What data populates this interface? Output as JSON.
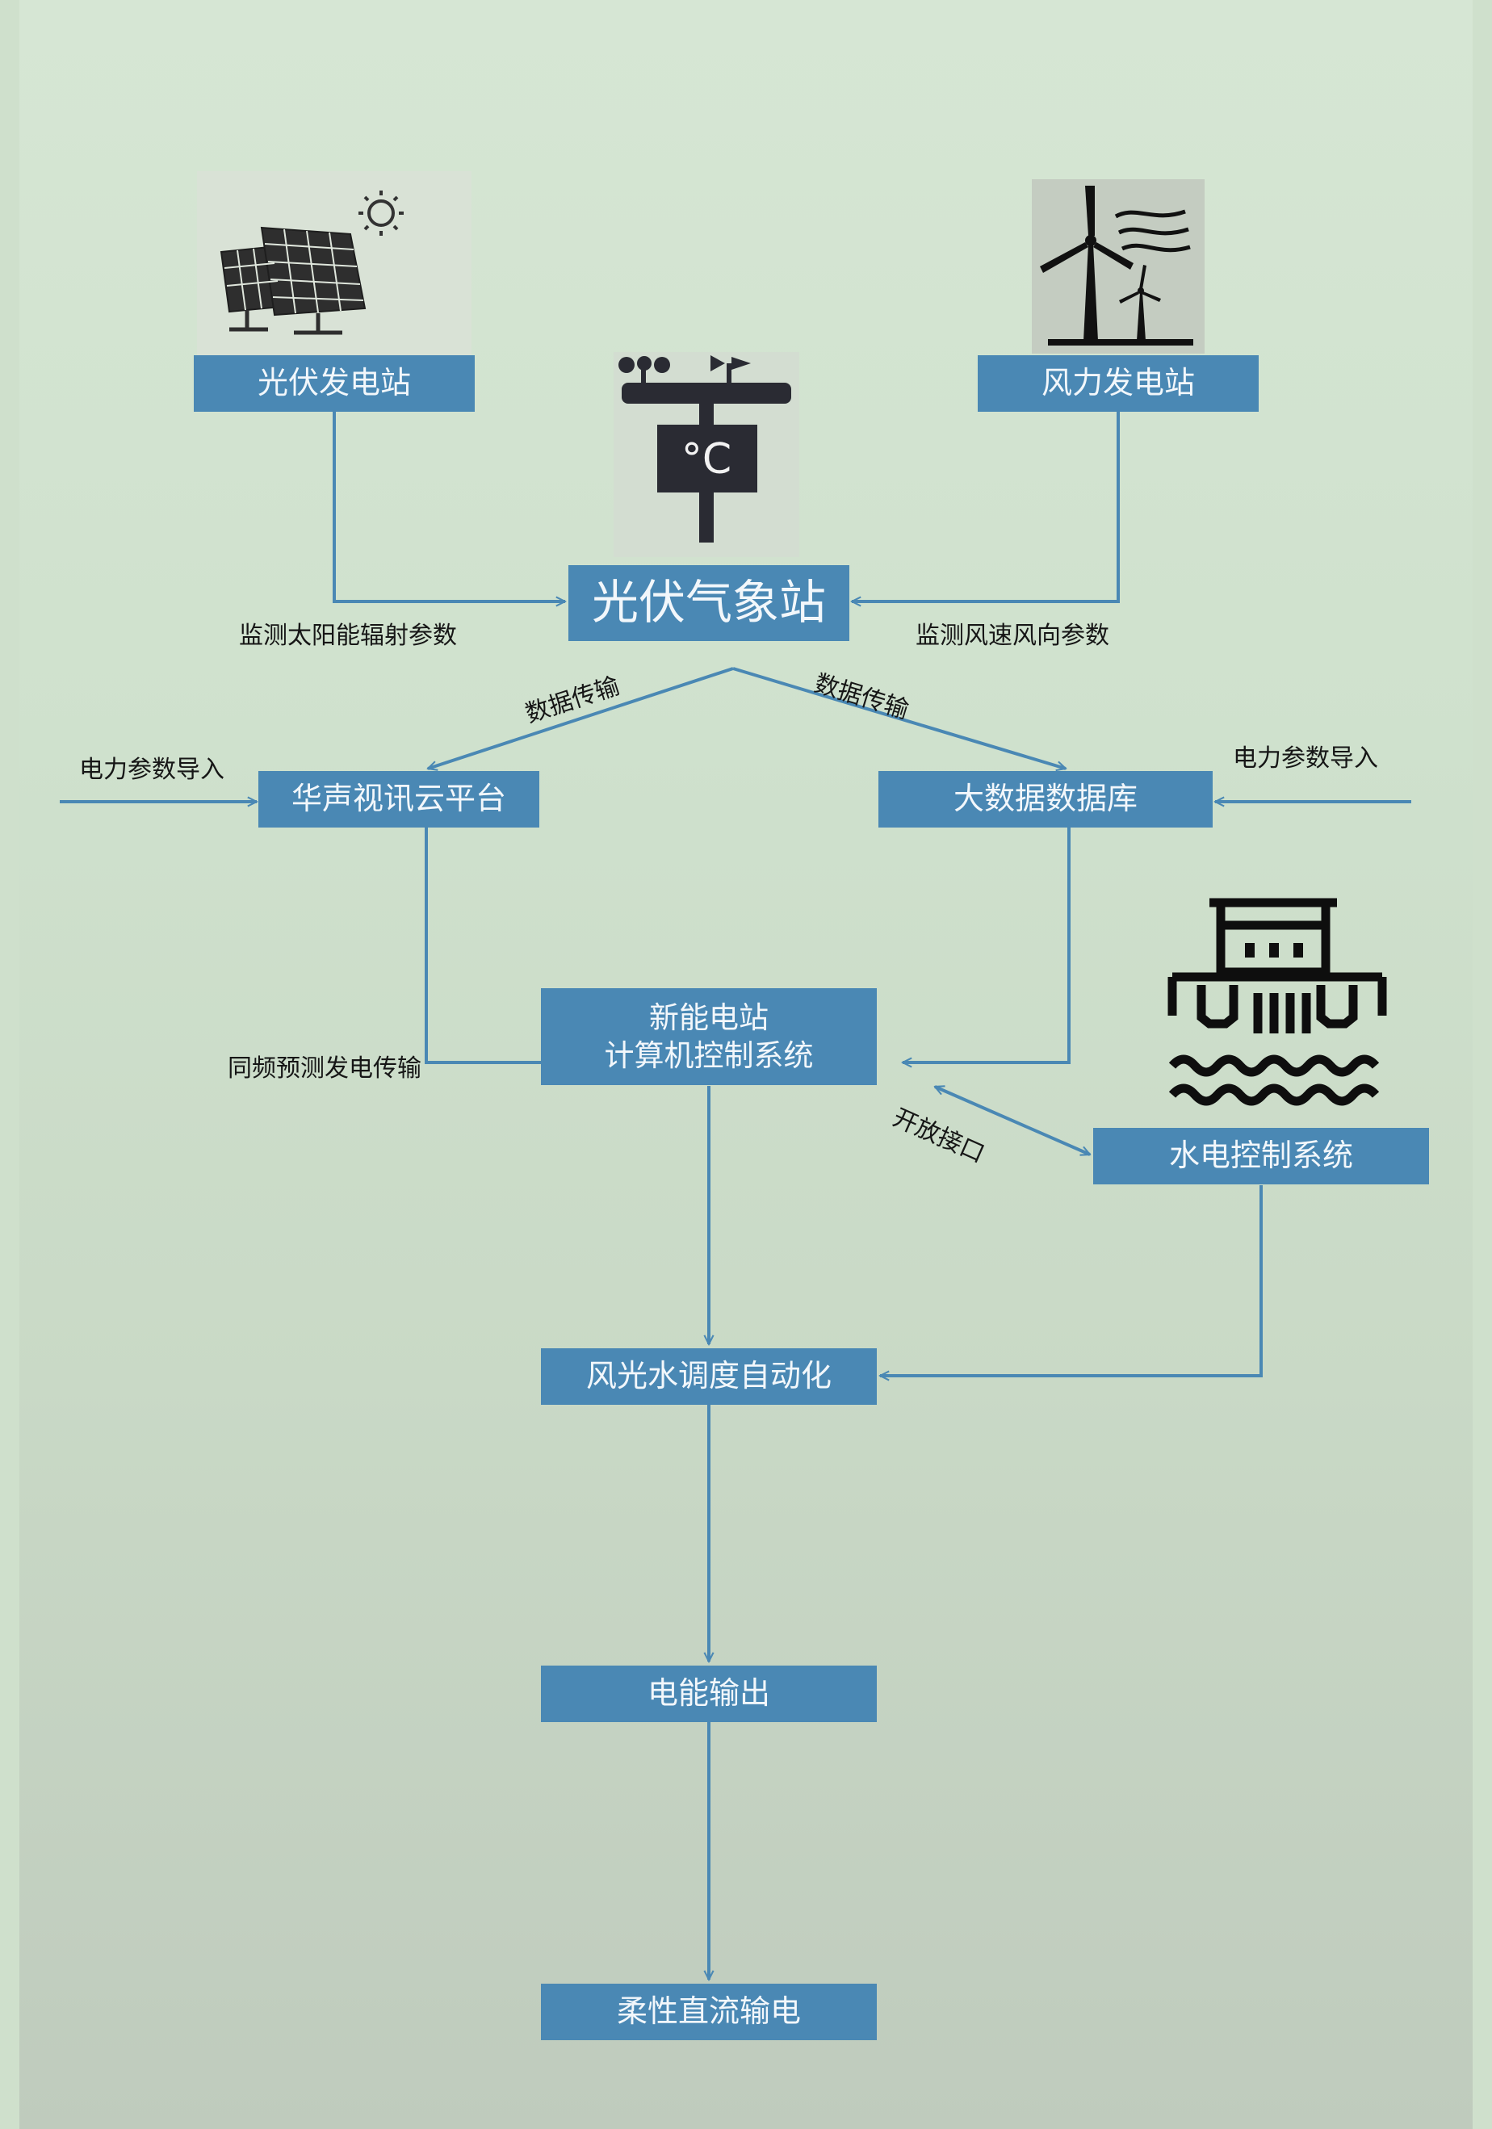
{
  "diagram": {
    "nodes": {
      "pv_plant": "光伏发电站",
      "wind_plant": "风力发电站",
      "weather_station": "光伏气象站",
      "cloud_platform": "华声视讯云平台",
      "big_data_db": "大数据数据库",
      "control_system": [
        "新能电站",
        "计算机控制系统"
      ],
      "hydro_control": "水电控制系统",
      "dispatch_automation": "风光水调度自动化",
      "power_output": "电能输出",
      "hvdc": "柔性直流输电"
    },
    "edge_labels": {
      "solar_monitor": "监测太阳能辐射参数",
      "wind_monitor": "监测风速风向参数",
      "data_transfer_left": "数据传输",
      "data_transfer_right": "数据传输",
      "power_param_import_left": "电力参数导入",
      "power_param_import_right": "电力参数导入",
      "sync_forecast": "同频预测发电传输",
      "open_interface": "开放接口"
    },
    "icons": {
      "pv": "solar-panel-icon",
      "wind": "wind-turbine-icon",
      "weather": "weather-station-icon",
      "hydro": "hydro-dam-icon",
      "thermo_unit": "°C"
    },
    "colors": {
      "box": "#4a88b4",
      "box_text": "#f2f7fb",
      "line": "#4a88b4",
      "label": "#161616",
      "background": "#d2e3cf"
    }
  }
}
